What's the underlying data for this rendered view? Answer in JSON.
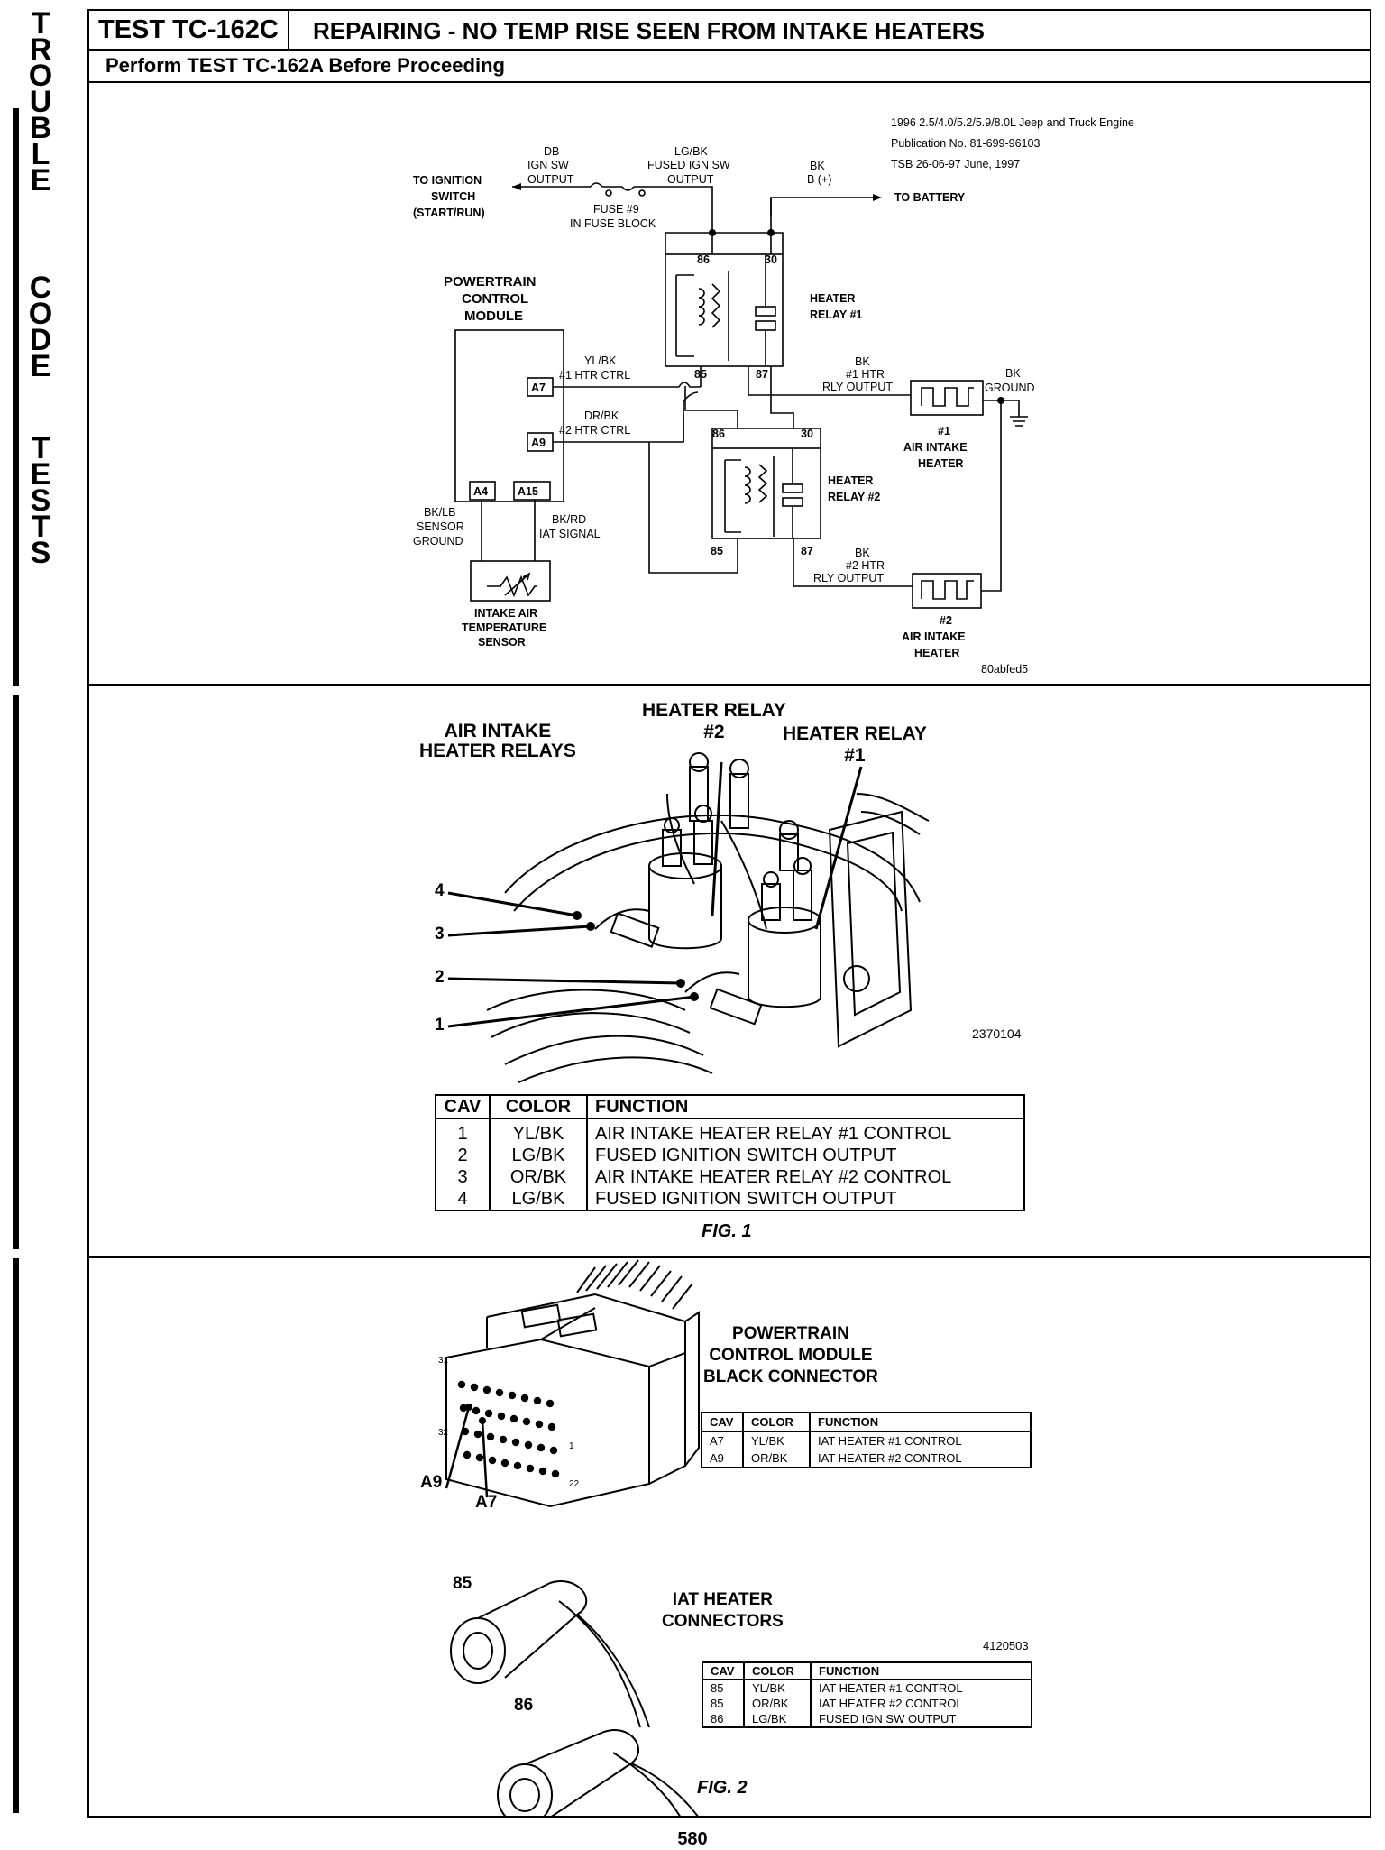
{
  "sidebar": {
    "words": [
      "TROUBLE",
      "CODE",
      "TESTS"
    ]
  },
  "header": {
    "test_id": "TEST TC-162C",
    "title": "REPAIRING - NO TEMP RISE SEEN FROM INTAKE HEATERS",
    "subtitle": "Perform TEST TC-162A Before Proceeding"
  },
  "schematic": {
    "info_line1": "1996 2.5/4.0/5.2/5.9/8.0L Jeep and Truck Engine",
    "info_line2": "Publication No. 81-699-96103",
    "info_line3": "TSB 26-06-97  June, 1997",
    "to_ignition": "TO IGNITION",
    "switch": "SWITCH",
    "start_run": "(START/RUN)",
    "db_wire_1": "DB",
    "db_wire_2": "IGN SW",
    "db_wire_3": "OUTPUT",
    "lgbk_1": "LG/BK",
    "lgbk_2": "FUSED IGN SW",
    "lgbk_3": "OUTPUT",
    "fuse_1": "FUSE #9",
    "fuse_2": "IN FUSE BLOCK",
    "bk_1": "BK",
    "bk_2": "B (+)",
    "to_battery": "TO BATTERY",
    "pcm_1": "POWERTRAIN",
    "pcm_2": "CONTROL",
    "pcm_3": "MODULE",
    "pin_a7": "A7",
    "pin_a9": "A9",
    "pin_a4": "A4",
    "pin_a15": "A15",
    "ylbk_1": "YL/BK",
    "ylbk_2": "#1 HTR CTRL",
    "drbk_1": "DR/BK",
    "drbk_2": "#2 HTR CTRL",
    "relay1_1": "HEATER",
    "relay1_2": "RELAY #1",
    "relay2_1": "HEATER",
    "relay2_2": "RELAY #2",
    "r1_86": "86",
    "r1_30": "30",
    "r1_85": "85",
    "r1_87": "87",
    "r2_86": "86",
    "r2_30": "30",
    "r2_85": "85",
    "r2_87": "87",
    "out1_1": "BK",
    "out1_2": "#1 HTR",
    "out1_3": "RLY OUTPUT",
    "out2_1": "BK",
    "out2_2": "#2 HTR",
    "out2_3": "RLY OUTPUT",
    "ground_1": "BK",
    "ground_2": "GROUND",
    "heater1_1": "#1",
    "heater1_2": "AIR INTAKE",
    "heater1_3": "HEATER",
    "heater2_1": "#2",
    "heater2_2": "AIR INTAKE",
    "heater2_3": "HEATER",
    "bklb_1": "BK/LB",
    "bklb_2": "SENSOR",
    "bklb_3": "GROUND",
    "bkrd_1": "BK/RD",
    "bkrd_2": "IAT SIGNAL",
    "iat_1": "INTAKE AIR",
    "iat_2": "TEMPERATURE",
    "iat_3": "SENSOR",
    "fig_code": "80abfed5"
  },
  "fig1": {
    "label_relays_1": "AIR INTAKE",
    "label_relays_2": "HEATER RELAYS",
    "label_relay2_1": "HEATER RELAY",
    "label_relay2_2": "#2",
    "label_relay1_1": "HEATER RELAY",
    "label_relay1_2": "#1",
    "callouts": [
      "4",
      "3",
      "2",
      "1"
    ],
    "code": "2370104",
    "caption": "FIG. 1",
    "table": {
      "headers": [
        "CAV",
        "COLOR",
        "FUNCTION"
      ],
      "rows": [
        [
          "1",
          "YL/BK",
          "AIR INTAKE HEATER RELAY #1 CONTROL"
        ],
        [
          "2",
          "LG/BK",
          "FUSED IGNITION SWITCH OUTPUT"
        ],
        [
          "3",
          "OR/BK",
          "AIR INTAKE HEATER RELAY #2 CONTROL"
        ],
        [
          "4",
          "LG/BK",
          "FUSED IGNITION SWITCH OUTPUT"
        ]
      ]
    }
  },
  "fig2": {
    "pcm_1": "POWERTRAIN",
    "pcm_2": "CONTROL MODULE",
    "pcm_3": "BLACK CONNECTOR",
    "label_a9": "A9",
    "label_a7": "A7",
    "conn_31": "31",
    "conn_32": "32",
    "conn_1": "1",
    "conn_22": "22",
    "pcm_table": {
      "headers": [
        "CAV",
        "COLOR",
        "FUNCTION"
      ],
      "rows": [
        [
          "A7",
          "YL/BK",
          "IAT HEATER #1 CONTROL"
        ],
        [
          "A9",
          "OR/BK",
          "IAT HEATER #2 CONTROL"
        ]
      ]
    },
    "iat_1": "IAT HEATER",
    "iat_2": "CONNECTORS",
    "label_85": "85",
    "label_86": "86",
    "code": "4120503",
    "iat_table": {
      "headers": [
        "CAV",
        "COLOR",
        "FUNCTION"
      ],
      "rows": [
        [
          "85",
          "YL/BK",
          "IAT HEATER #1 CONTROL"
        ],
        [
          "85",
          "OR/BK",
          "IAT HEATER #2 CONTROL"
        ],
        [
          "86",
          "LG/BK",
          "FUSED IGN SW OUTPUT"
        ]
      ]
    },
    "caption": "FIG. 2"
  },
  "page_number": "580"
}
